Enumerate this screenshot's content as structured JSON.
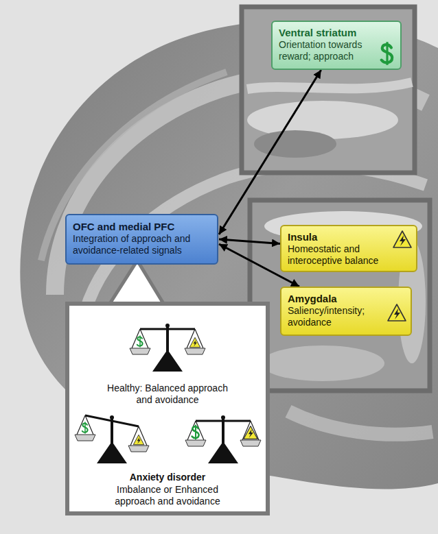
{
  "diagram": {
    "nodes": [
      {
        "text": [
          "Ventral striatum",
          "Orientation towards reward; approach"
        ]
      },
      {
        "text": [
          "OFC and medial PFC",
          "Integration of approach and avoidance-related signals"
        ]
      },
      {
        "text": [
          "Insula",
          "Homeostatic and interoceptive balance"
        ]
      },
      {
        "text": [
          "Amygdala",
          "Saliency/intensity; avoidance"
        ]
      },
      {
        "text": [
          "Healthy: Balanced approach and avoidance",
          "Anxiety disorder",
          "Imbalance or Enhanced approach and avoidance"
        ]
      }
    ],
    "edges": [
      {
        "from": 1,
        "to": 0,
        "arrow": "both"
      },
      {
        "from": 1,
        "to": 2,
        "arrow": "both"
      },
      {
        "from": 1,
        "to": 3,
        "arrow": "both"
      }
    ]
  }
}
